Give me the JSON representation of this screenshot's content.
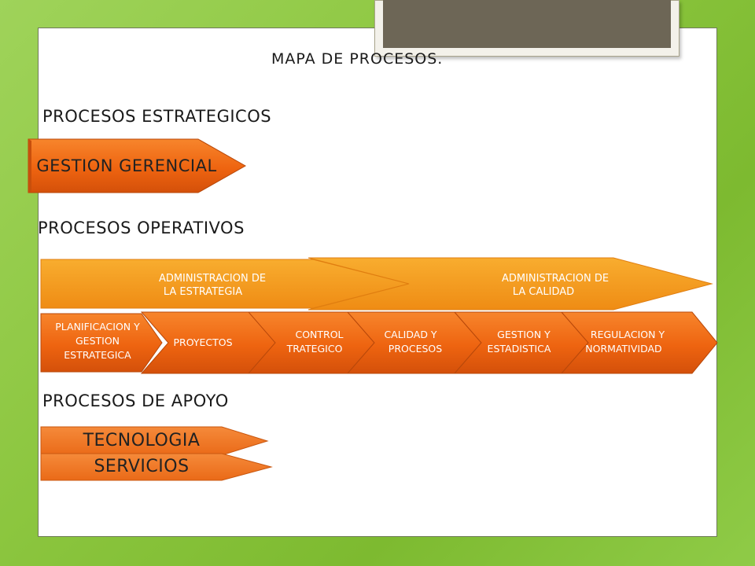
{
  "slide": {
    "title": "MAPA DE PROCESOS."
  },
  "sections": {
    "strategic": "PROCESOS ESTRATEGICOS",
    "operative": "PROCESOS OPERATIVOS",
    "support": "PROCESOS DE APOYO"
  },
  "strategic_processes": [
    "GESTION GERENCIAL"
  ],
  "operative_macro": [
    {
      "line1": "ADMINISTRACION DE",
      "line2": "LA ESTRATEGIA"
    },
    {
      "line1": "ADMINISTRACION DE",
      "line2": "LA CALIDAD"
    }
  ],
  "operative_processes": [
    {
      "line1": "PLANIFICACION Y",
      "line2": "GESTION",
      "line3": "ESTRATEGICA"
    },
    {
      "line1": "PROYECTOS"
    },
    {
      "line1": "CONTROL",
      "line2": "TRATEGICO"
    },
    {
      "line1": "CALIDAD Y",
      "line2": "PROCESOS"
    },
    {
      "line1": "GESTION Y",
      "line2": "ESTADISTICA"
    },
    {
      "line1": "REGULACION Y",
      "line2": "NORMATIVIDAD"
    }
  ],
  "support_processes": [
    "TECNOLOGIA",
    "SERVICIOS"
  ],
  "colors": {
    "background": "#8cc63f",
    "chevron_orange": "#ef6a12",
    "macro_orange": "#f59a1e",
    "text_dark": "#1a1a1a"
  }
}
